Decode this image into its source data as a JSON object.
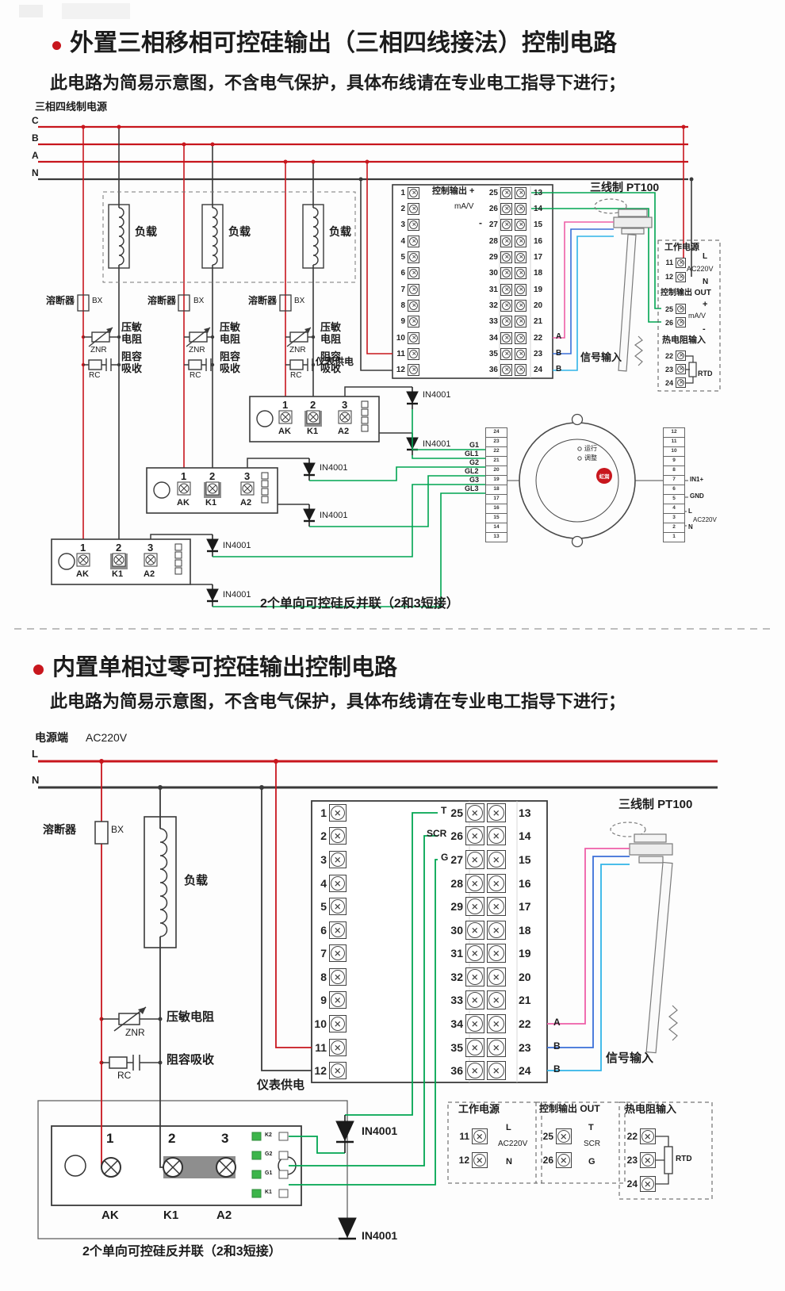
{
  "colors": {
    "red": "#c8161d",
    "dark": "#3a3a3a",
    "green": "#00a551",
    "pink": "#ee5fa7",
    "blue": "#3a6fd8",
    "cyan": "#30b4e8"
  },
  "s1": {
    "title": "外置三相移相可控硅输出（三相四线接法）控制电路",
    "subtitle": "此电路为简易示意图，不含电气保护，具体布线请在专业电工指导下进行；",
    "source_label": "三相四线制电源",
    "phase_c": "C",
    "phase_b": "B",
    "phase_a": "A",
    "phase_n": "N",
    "load": "负载",
    "fuse": "溶断器",
    "fuse_code": "BX",
    "znr": "压敏电阻",
    "znr_code": "ZNR",
    "rc": "阻容吸收",
    "rc_code": "RC",
    "diode": "IN4001",
    "pin1": "1",
    "pin2": "2",
    "pin3": "3",
    "ak": "AK",
    "k1": "K1",
    "a2": "A2",
    "caption": "2个单向可控硅反并联（2和3短接）",
    "panel": {
      "left": [
        "1",
        "2",
        "3",
        "4",
        "5",
        "6",
        "7",
        "8",
        "9",
        "10",
        "11",
        "12"
      ],
      "mid": [
        "25",
        "26",
        "27",
        "28",
        "29",
        "30",
        "31",
        "32",
        "33",
        "34",
        "35",
        "36"
      ],
      "right": [
        "13",
        "14",
        "15",
        "16",
        "17",
        "18",
        "19",
        "20",
        "21",
        "22",
        "23",
        "24"
      ],
      "ctrl_label": "控制输出 +",
      "mav": "mA/V",
      "minus": "-",
      "supply": "仪表供电",
      "a": "A",
      "b": "B",
      "signal": "信号输入"
    },
    "pt100": "三线制 PT100",
    "side": {
      "work": "工作电源",
      "t": [
        "11",
        "12"
      ],
      "l": "L",
      "ac": "AC220V",
      "n": "N",
      "ctrl": "控制输出 OUT",
      "ct": [
        "25",
        "26"
      ],
      "plus": "+",
      "mav": "mA/V",
      "minus": "-",
      "rtd_label": "热电阻输入",
      "rt": [
        "22",
        "23",
        "24"
      ],
      "rtd": "RTD"
    },
    "meter": {
      "lstrip": [
        "24",
        "23",
        "22",
        "21",
        "20",
        "19",
        "18",
        "17",
        "16",
        "15",
        "14",
        "13"
      ],
      "rstrip": [
        "12",
        "11",
        "10",
        "9",
        "8",
        "7",
        "6",
        "5",
        "4",
        "3",
        "2",
        "1"
      ],
      "g1": "G1",
      "gl1": "GL1",
      "g2": "G2",
      "gl2": "GL2",
      "g3": "G3",
      "gl3": "GL3",
      "in1": "IN1+",
      "gnd": "GND",
      "ac": "AC220V",
      "l": "L",
      "n": "N",
      "run": "运行",
      "adj": "调整",
      "brand": "虹润"
    }
  },
  "s2": {
    "title": "内置单相过零可控硅输出控制电路",
    "subtitle": "此电路为简易示意图，不含电气保护，具体布线请在专业电工指导下进行；",
    "source_label": "电源端",
    "source_v": "AC220V",
    "phase_l": "L",
    "phase_n": "N",
    "fuse": "溶断器",
    "fuse_code": "BX",
    "load": "负载",
    "znr": "压敏电阻",
    "znr_code": "ZNR",
    "rc": "阻容吸收",
    "rc_code": "RC",
    "diode": "IN4001",
    "pin1": "1",
    "pin2": "2",
    "pin3": "3",
    "ak": "AK",
    "k1": "K1",
    "a2": "A2",
    "side_terms": [
      "K2",
      "G2",
      "G1",
      "K1"
    ],
    "caption": "2个单向可控硅反并联（2和3短接）",
    "panel": {
      "left": [
        "1",
        "2",
        "3",
        "4",
        "5",
        "6",
        "7",
        "8",
        "9",
        "10",
        "11",
        "12"
      ],
      "mid": [
        "25",
        "26",
        "27",
        "28",
        "29",
        "30",
        "31",
        "32",
        "33",
        "34",
        "35",
        "36"
      ],
      "right": [
        "13",
        "14",
        "15",
        "16",
        "17",
        "18",
        "19",
        "20",
        "21",
        "22",
        "23",
        "24"
      ],
      "t": "T",
      "scr": "SCR",
      "g": "G",
      "a": "A",
      "b": "B",
      "signal": "信号输入",
      "supply": "仪表供电"
    },
    "pt100": "三线制 PT100",
    "boxes": {
      "work": "工作电源",
      "wt": [
        "11",
        "12"
      ],
      "l": "L",
      "ac": "AC220V",
      "n": "N",
      "ctrl": "控制输出 OUT",
      "ct": [
        "25",
        "26"
      ],
      "t": "T",
      "scr": "SCR",
      "g": "G",
      "rtd_label": "热电阻输入",
      "rt": [
        "22",
        "23",
        "24"
      ],
      "rtd": "RTD"
    }
  }
}
